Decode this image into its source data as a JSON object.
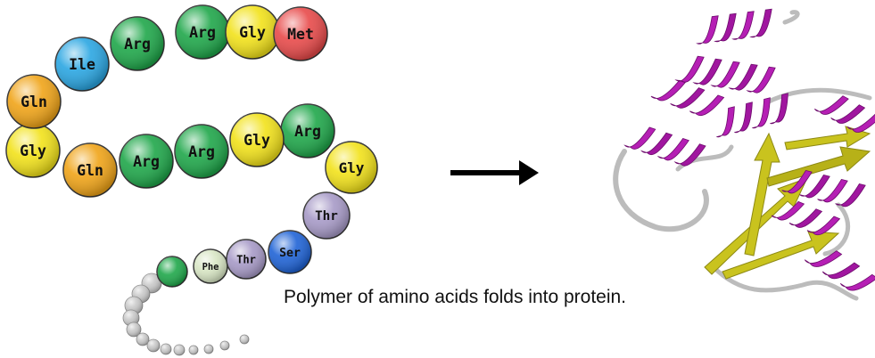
{
  "caption": "Polymer of amino acids folds into protein.",
  "colors": {
    "Met": "#e84a4a",
    "Gly": "#f2e21a",
    "Arg": "#1fa74a",
    "Ile": "#2aa6e2",
    "Gln": "#f0a418",
    "Thr": "#a79ac7",
    "Ser": "#1f63d6",
    "Phe": "#d8e6c4",
    "unlabeled": "#1fa74a",
    "tail": "#c9c9c9",
    "helix": "#b51fb4",
    "sheet": "#c9c31e",
    "loop": "#bcbcbc",
    "arrow": "#000000"
  },
  "chain": [
    {
      "label": "Met",
      "color_key": "Met"
    },
    {
      "label": "Gly",
      "color_key": "Gly"
    },
    {
      "label": "Arg",
      "color_key": "Arg"
    },
    {
      "label": "Arg",
      "color_key": "Arg"
    },
    {
      "label": "Ile",
      "color_key": "Ile"
    },
    {
      "label": "Gln",
      "color_key": "Gln"
    },
    {
      "label": "Gly",
      "color_key": "Gly"
    },
    {
      "label": "Gln",
      "color_key": "Gln"
    },
    {
      "label": "Arg",
      "color_key": "Arg"
    },
    {
      "label": "Arg",
      "color_key": "Arg"
    },
    {
      "label": "Gly",
      "color_key": "Gly"
    },
    {
      "label": "Arg",
      "color_key": "Arg"
    },
    {
      "label": "Gly",
      "color_key": "Gly"
    },
    {
      "label": "Thr",
      "color_key": "Thr"
    },
    {
      "label": "Ser",
      "color_key": "Ser"
    },
    {
      "label": "Thr",
      "color_key": "Thr"
    },
    {
      "label": "Phe",
      "color_key": "Phe"
    },
    {
      "label": "",
      "color_key": "unlabeled"
    }
  ]
}
